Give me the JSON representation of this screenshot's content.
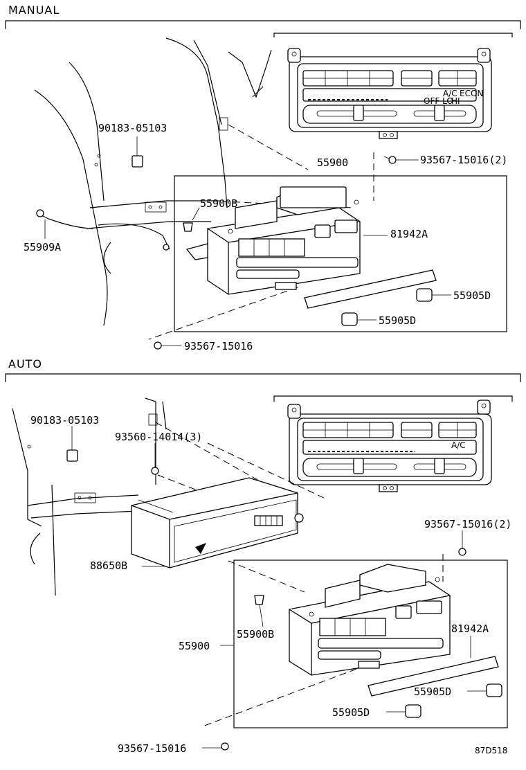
{
  "sections": {
    "manual": "MANUAL",
    "auto": "AUTO"
  },
  "manual": {
    "p90183": "90183-05103",
    "p55909A": "55909A",
    "p55900": "55900",
    "p55900B": "55900B",
    "p93567_2": "93567-15016(2)",
    "p81942A": "81942A",
    "p55905D_a": "55905D",
    "p55905D_b": "55905D",
    "p93567": "93567-15016"
  },
  "auto": {
    "p90183": "90183-05103",
    "p93560": "93560-14014(3)",
    "p93567_2": "93567-15016(2)",
    "p88650B": "88650B",
    "p55900": "55900",
    "p55900B": "55900B",
    "p81942A": "81942A",
    "p55905D_a": "55905D",
    "p55905D_b": "55905D",
    "p93567": "93567-15016"
  },
  "panel_text": {
    "ac": "A/C",
    "econ": "ECON",
    "off_lo": "OFF LO",
    "hi": "HI"
  },
  "figure_code": "87D518"
}
